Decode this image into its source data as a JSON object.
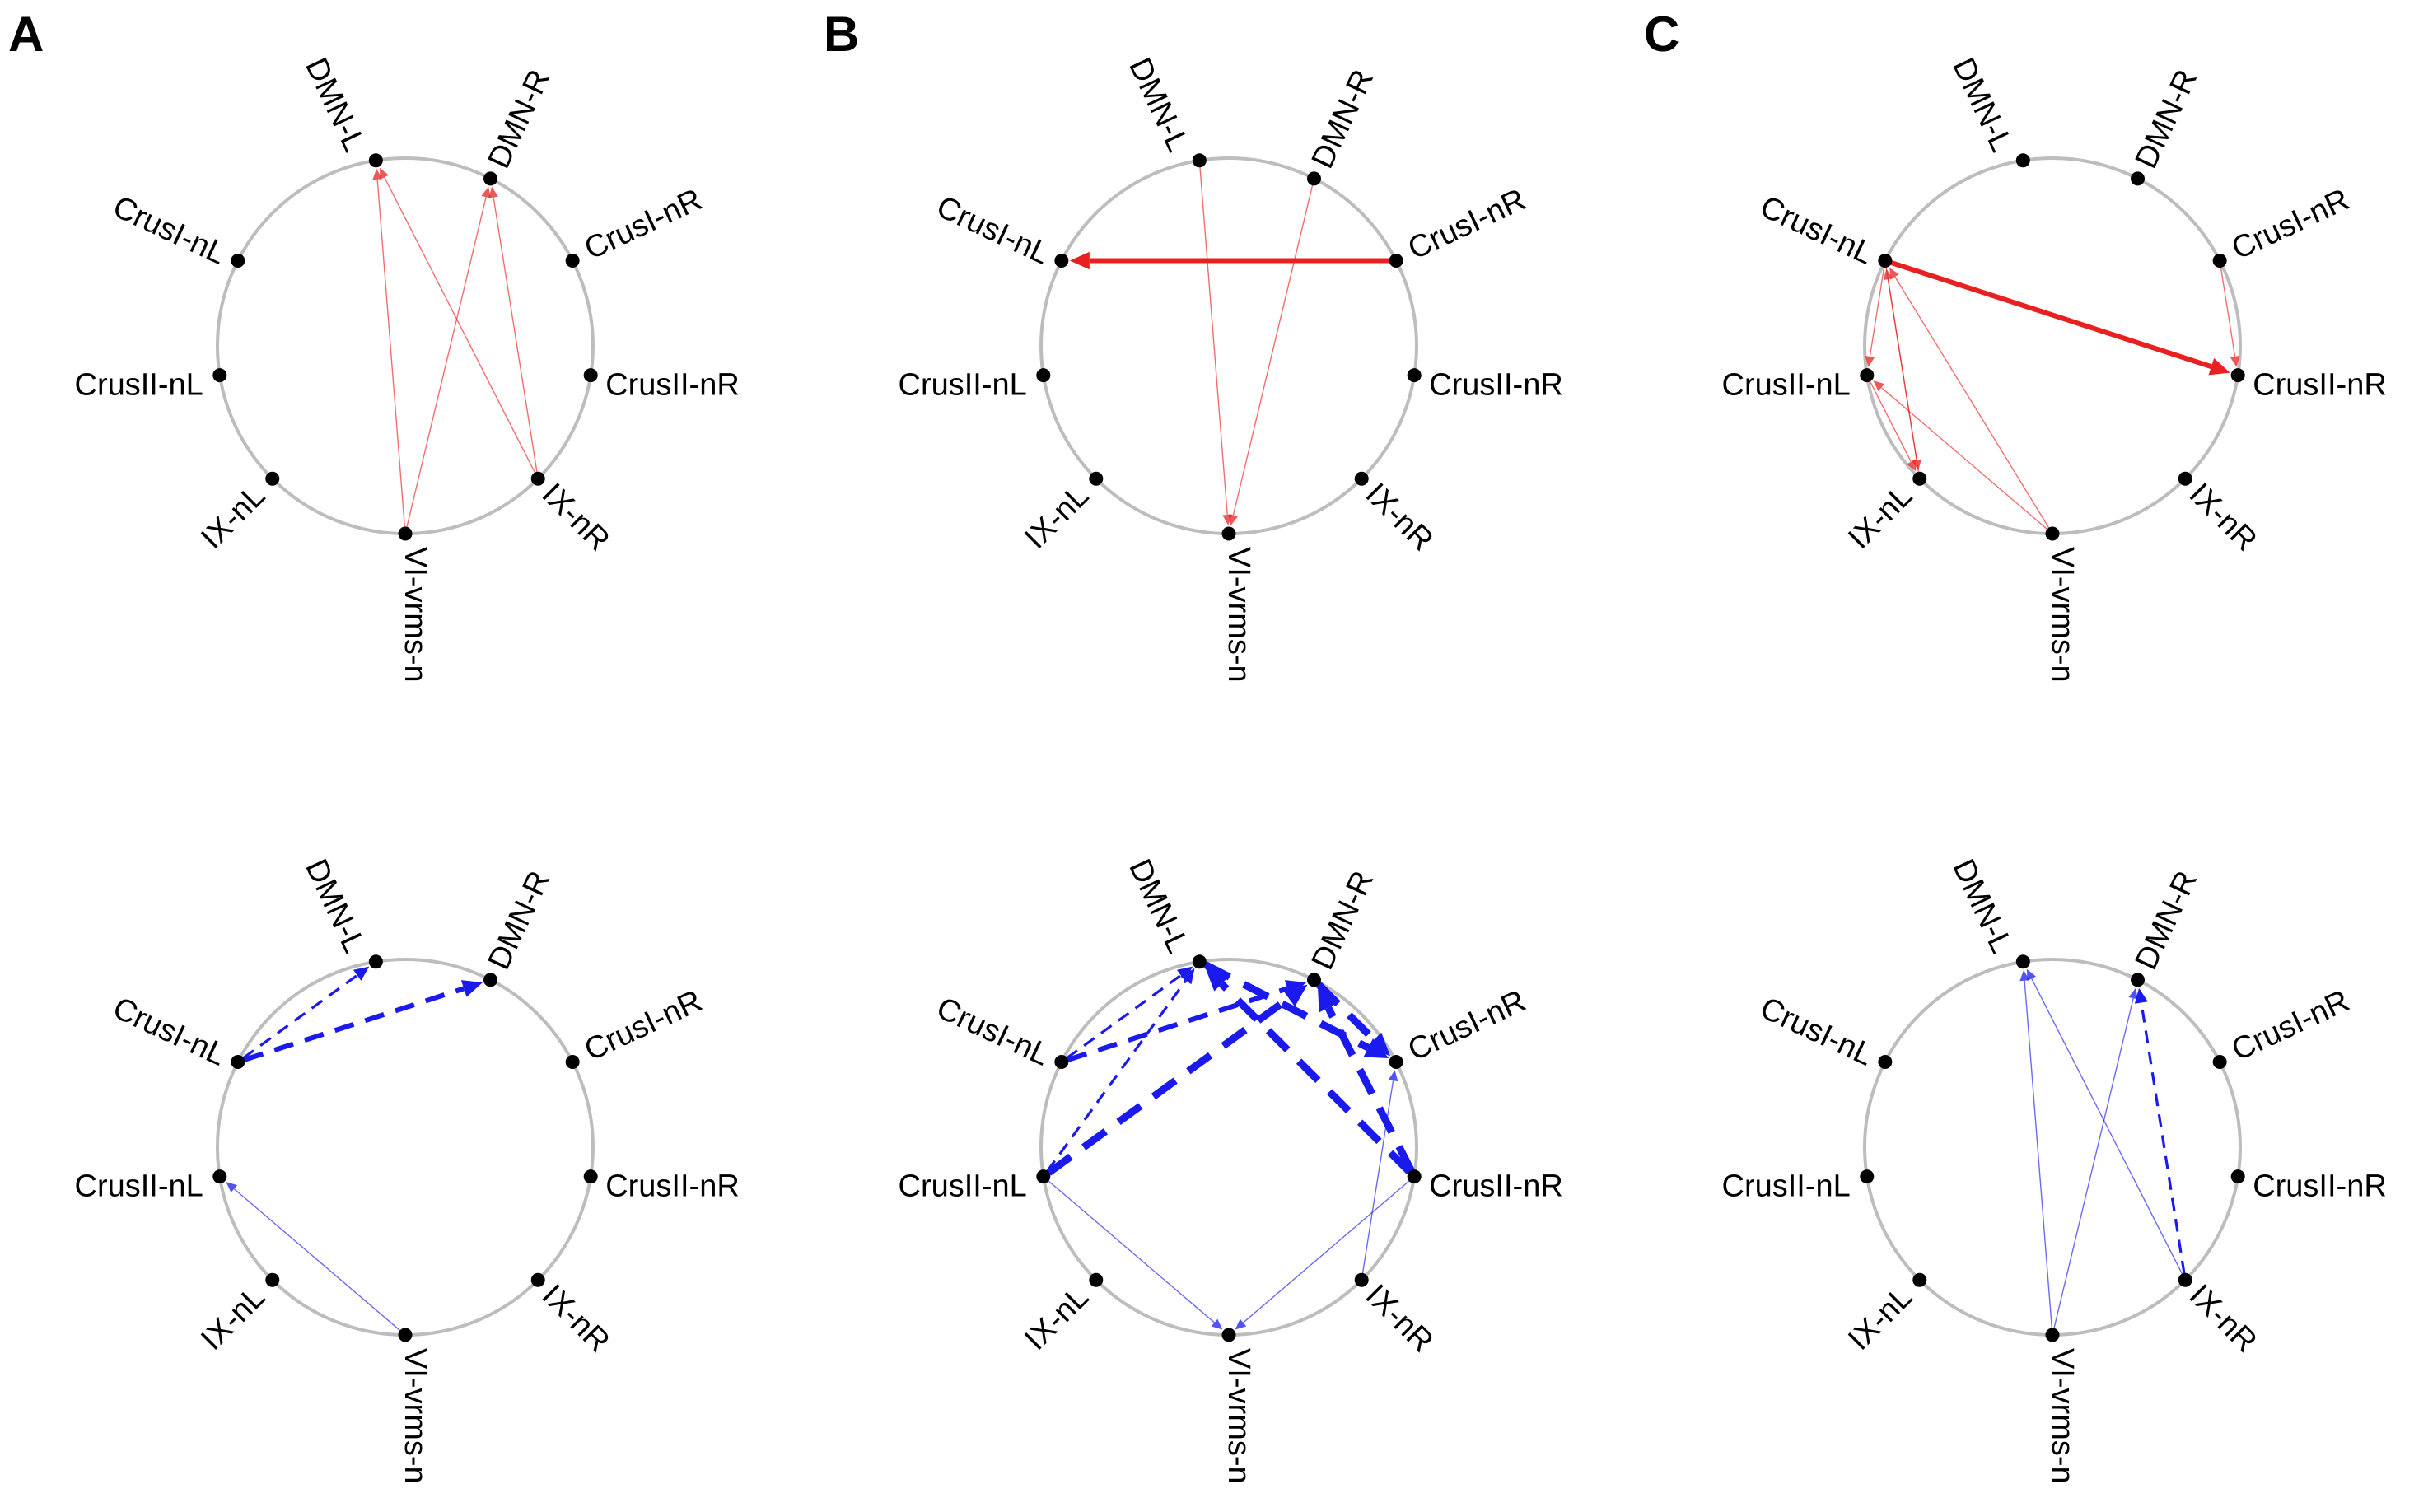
{
  "nodes": [
    "DMN-L",
    "DMN-R",
    "CrusI-nR",
    "CrusII-nR",
    "IX-nR",
    "VI-vrms-n",
    "IX-nL",
    "CrusII-nL",
    "CrusI-nL"
  ],
  "colors": {
    "positive": "#e82020",
    "negative": "#1a1aee",
    "ring": "#bdbdbd",
    "node": "#000000"
  },
  "line_styles": [
    "solid",
    "dashed"
  ],
  "panels": [
    {
      "letter": "A",
      "rows": [
        {
          "polarity": "positive",
          "edges": [
            {
              "from": "VI-vrms-n",
              "to": "DMN-L",
              "strength": 1,
              "style": "solid"
            },
            {
              "from": "IX-nR",
              "to": "DMN-L",
              "strength": 1,
              "style": "solid"
            },
            {
              "from": "VI-vrms-n",
              "to": "DMN-R",
              "strength": 1,
              "style": "solid"
            },
            {
              "from": "IX-nR",
              "to": "DMN-R",
              "strength": 1,
              "style": "solid"
            }
          ]
        },
        {
          "polarity": "negative",
          "edges": [
            {
              "from": "CrusI-nL",
              "to": "DMN-L",
              "strength": 2,
              "style": "dashed"
            },
            {
              "from": "CrusI-nL",
              "to": "DMN-R",
              "strength": 3,
              "style": "dashed"
            },
            {
              "from": "VI-vrms-n",
              "to": "CrusII-nL",
              "strength": 1,
              "style": "solid"
            }
          ]
        }
      ]
    },
    {
      "letter": "B",
      "rows": [
        {
          "polarity": "positive",
          "edges": [
            {
              "from": "CrusI-nR",
              "to": "CrusI-nL",
              "strength": 3,
              "style": "solid"
            },
            {
              "from": "DMN-L",
              "to": "VI-vrms-n",
              "strength": 1,
              "style": "solid"
            },
            {
              "from": "DMN-R",
              "to": "VI-vrms-n",
              "strength": 1,
              "style": "solid"
            }
          ]
        },
        {
          "polarity": "negative",
          "edges": [
            {
              "from": "CrusI-nL",
              "to": "DMN-L",
              "strength": 2,
              "style": "dashed"
            },
            {
              "from": "CrusI-nL",
              "to": "DMN-R",
              "strength": 3,
              "style": "dashed"
            },
            {
              "from": "CrusII-nL",
              "to": "DMN-L",
              "strength": 2,
              "style": "dashed"
            },
            {
              "from": "CrusII-nL",
              "to": "DMN-R",
              "strength": 4,
              "style": "dashed"
            },
            {
              "from": "CrusII-nR",
              "to": "DMN-L",
              "strength": 4,
              "style": "dashed"
            },
            {
              "from": "CrusII-nR",
              "to": "DMN-R",
              "strength": 4,
              "style": "dashed"
            },
            {
              "from": "DMN-L",
              "to": "CrusI-nR",
              "strength": 4,
              "style": "dashed"
            },
            {
              "from": "DMN-R",
              "to": "CrusI-nR",
              "strength": 4,
              "style": "dashed"
            },
            {
              "from": "CrusII-nL",
              "to": "VI-vrms-n",
              "strength": 1,
              "style": "solid"
            },
            {
              "from": "CrusII-nR",
              "to": "VI-vrms-n",
              "strength": 1,
              "style": "solid"
            },
            {
              "from": "IX-nR",
              "to": "CrusI-nR",
              "strength": 1,
              "style": "solid"
            }
          ]
        }
      ]
    },
    {
      "letter": "C",
      "rows": [
        {
          "polarity": "positive",
          "edges": [
            {
              "from": "CrusI-nL",
              "to": "CrusII-nR",
              "strength": 3,
              "style": "solid"
            },
            {
              "from": "CrusI-nR",
              "to": "CrusII-nR",
              "strength": 1,
              "style": "solid"
            },
            {
              "from": "CrusI-nL",
              "to": "CrusII-nL",
              "strength": 1,
              "style": "solid"
            },
            {
              "from": "CrusI-nL",
              "to": "IX-nL",
              "strength": 1,
              "style": "solid"
            },
            {
              "from": "IX-nL",
              "to": "CrusI-nL",
              "strength": 1,
              "style": "solid"
            },
            {
              "from": "VI-vrms-n",
              "to": "CrusI-nL",
              "strength": 1,
              "style": "solid"
            },
            {
              "from": "CrusII-nL",
              "to": "IX-nL",
              "strength": 1,
              "style": "solid"
            },
            {
              "from": "VI-vrms-n",
              "to": "CrusII-nL",
              "strength": 1,
              "style": "solid"
            }
          ]
        },
        {
          "polarity": "negative",
          "edges": [
            {
              "from": "VI-vrms-n",
              "to": "DMN-L",
              "strength": 1,
              "style": "solid"
            },
            {
              "from": "IX-nR",
              "to": "DMN-L",
              "strength": 1,
              "style": "solid"
            },
            {
              "from": "VI-vrms-n",
              "to": "DMN-R",
              "strength": 1,
              "style": "solid"
            },
            {
              "from": "IX-nR",
              "to": "DMN-R",
              "strength": 2,
              "style": "dashed"
            }
          ]
        }
      ]
    }
  ]
}
